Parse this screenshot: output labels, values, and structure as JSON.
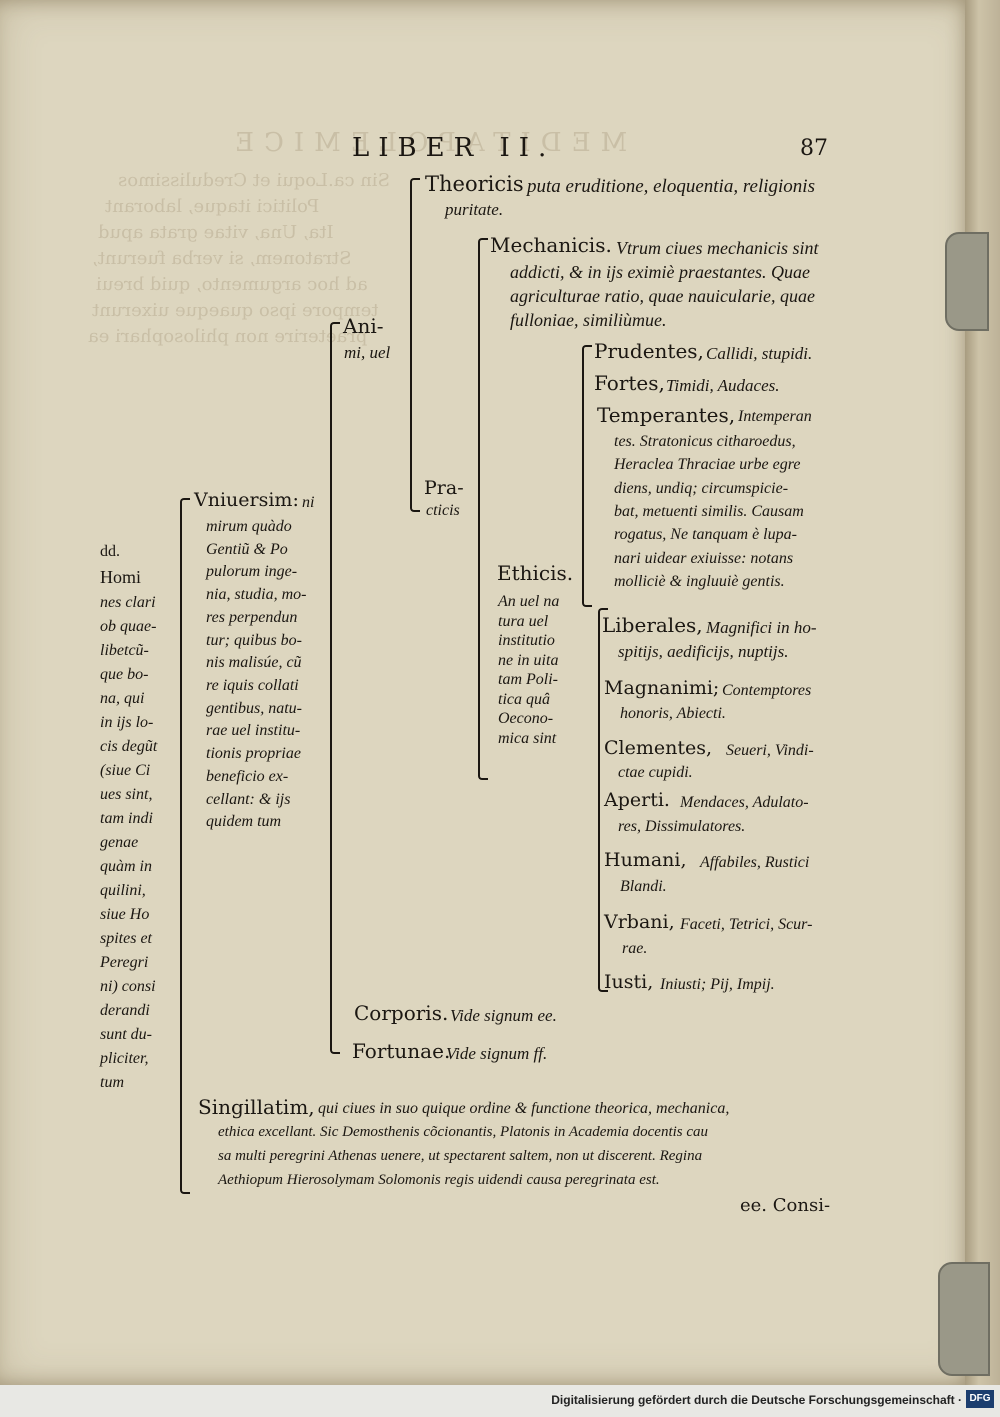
{
  "header": {
    "running_title": "LIBER II.",
    "page_number": "87"
  },
  "bleed": {
    "top_left": "MEDITAPOLEMICE",
    "left_lines": [
      "Sin ca.Loqui et Credulissimos",
      "Politici itaque, laborant",
      "Ita, Una, vitae grata apud",
      "Stratonem, si verba fuerunt,",
      "ad hoc argumento, quid breui",
      "tempore ipso quaeque uixerunt",
      "praeterire non philosophari ea"
    ]
  },
  "tree": {
    "animi": "Ani-",
    "animi2": "mi, uel",
    "theoricis_head": "Theoricis",
    "theoricis_text": "puta eruditione, eloquentia, religionis",
    "theoricis_text2": "puritate.",
    "mechanicis_head": "Mechanicis.",
    "mechanicis_lines": [
      "Vtrum ciues mechanicis sint",
      "addicti, & in ijs eximiè praestantes. Quae",
      "agriculturae ratio, quae nauicularie, quae",
      "fulloniae, similiùmue."
    ],
    "practicis": "Pra-",
    "practicis2": "cticis",
    "ethicis_head": "Ethicis.",
    "ethicis_lines": [
      "An uel na",
      "tura uel",
      "institutio",
      "ne in uita",
      "tam Poli-",
      "tica quâ",
      "Oecono-",
      "mica sint"
    ],
    "virtues": [
      {
        "head": "Prudentes,",
        "text": [
          "Callidi, stupidi."
        ]
      },
      {
        "head": "Fortes,",
        "text": [
          "Timidi, Audaces."
        ]
      },
      {
        "head": "Temperantes,",
        "text": [
          "Intemperan",
          "tes. Stratonicus citharoedus,",
          "Heraclea Thraciae urbe egre",
          "diens, undiq; circumspicie-",
          "bat, metuenti similis. Causam",
          "rogatus, Ne tanquam è lupa-",
          "nari uidear exiuisse: notans",
          "molliciè & ingluuiè gentis."
        ]
      },
      {
        "head": "Liberales,",
        "text": [
          "Magnifici in ho-",
          "spitijs, aedificijs, nuptijs."
        ]
      },
      {
        "head": "Magnanimi;",
        "text": [
          "Contemptores",
          "honoris, Abiecti."
        ]
      },
      {
        "head": "Clementes,",
        "text": [
          "Seueri, Vindi-",
          "ctae cupidi."
        ]
      },
      {
        "head": "Aperti.",
        "text": [
          "Mendaces, Adulato-",
          "res, Dissimulatores."
        ]
      },
      {
        "head": "Humani,",
        "text": [
          "Affabiles, Rustici",
          "Blandi."
        ]
      },
      {
        "head": "Vrbani,",
        "text": [
          "Faceti, Tetrici, Scur-",
          "rae."
        ]
      },
      {
        "head": "Iusti,",
        "text": [
          "Iniusti; Pij, Impij."
        ]
      }
    ],
    "vniuersim_head": "Vniuersim:",
    "vniuersim_lines": [
      "mirum quàdo",
      "Gentiũ & Po",
      "pulorum inge-",
      "nia, studia, mo-",
      "res perpendun",
      "tur; quibus bo-",
      "nis malisúe, cũ",
      "re iquis collati",
      "gentibus, natu-",
      "rae uel institu-",
      "tionis propriae",
      "beneficio ex-",
      "cellant: & ijs",
      "quidem tum"
    ],
    "vniuersim_ni": "ni",
    "corporis": "Corporis.",
    "corporis_ref": "Vide signum ee.",
    "fortunae": "Fortunae.",
    "fortunae_ref": "Vide signum ff.",
    "left_col": [
      "dd.",
      "Homi",
      "nes clari",
      "ob quae-",
      "libetcũ-",
      "que bo-",
      "na, qui",
      "in ijs lo-",
      "cis degũt",
      "(siue Ci",
      "ues sint,",
      "tam indi",
      "genae",
      "quàm in",
      "quilini,",
      "siue Ho",
      "spites et",
      "Peregri",
      "ni) consi",
      "derandi",
      "sunt du-",
      "pliciter,",
      "tum"
    ],
    "singillatim_head": "Singillatim,",
    "singillatim_lines": [
      "qui ciues in suo quique ordine & functione theorica, mechanica,",
      "ethica excellant. Sic Demosthenis cõcionantis, Platonis in Academia docentis cau",
      "sa multi peregrini Athenas uenere, ut spectarent saltem, non ut discerent. Regina",
      "Aethiopum Hierosolymam Solomonis regis uidendi causa peregrinata est."
    ],
    "catchword": "ee. Consi-"
  },
  "footer": {
    "credit": "Digitalisierung gefördert durch die Deutsche Forschungsgemeinschaft ·",
    "logo": "DFG"
  }
}
